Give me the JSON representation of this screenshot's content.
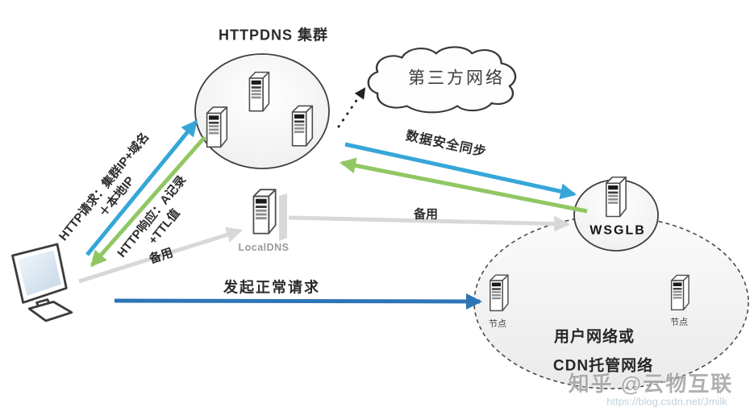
{
  "colors": {
    "c_blue_light": "#36a6d8",
    "c_green": "#90c763",
    "c_blue_dark": "#2e75b5",
    "c_gray": "#d8d8d8",
    "c_text": "#2d2d2d"
  },
  "titles": {
    "cluster": "HTTPDNS 集群",
    "cloud": "第三方网络",
    "localdns": "LocalDNS",
    "wsglb": "WSGLB"
  },
  "network": {
    "line1": "用户网络或",
    "line2": "CDN托管网络",
    "node_left": "节点",
    "node_right": "节点"
  },
  "flows": {
    "http_request": "HTTP请求：集群IP+域名\n＋本地IP",
    "http_response": "HTTP响应：A记录\n+TTL值",
    "backup_localdns": "备用",
    "backup_wsglb": "备用",
    "data_sync": "数据安全同步",
    "normal_request": "发起正常请求"
  },
  "watermark": {
    "author": "知乎 @云物互联",
    "url": "https://blog.csdn.net/Jmilk"
  },
  "icons": {
    "server": "server-tower-icon",
    "monitor": "desktop-monitor-icon",
    "cloud": "cloud-icon",
    "arrow": "arrow-icon"
  }
}
